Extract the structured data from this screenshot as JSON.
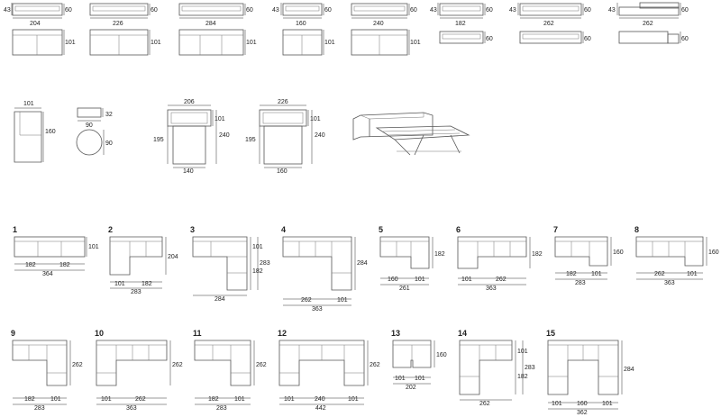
{
  "top_row": [
    {
      "id": "t1",
      "depth": "43",
      "h": "60",
      "w": "204",
      "d": "101"
    },
    {
      "id": "t2",
      "h": "60",
      "w": "226",
      "d": "101"
    },
    {
      "id": "t3",
      "h": "60",
      "w": "284",
      "d": "101"
    },
    {
      "id": "t4",
      "depth": "43",
      "h": "60",
      "w": "160",
      "d": "101"
    },
    {
      "id": "t5",
      "h": "60",
      "w": "240",
      "d": "101"
    },
    {
      "id": "t6",
      "depth": "43",
      "h": "60",
      "w": "182",
      "d2": "60"
    },
    {
      "id": "t7",
      "depth": "43",
      "h": "60",
      "w": "262",
      "d2": "60"
    },
    {
      "id": "t8",
      "depth": "43",
      "w": "262",
      "h2": "60",
      "d2": "60"
    }
  ],
  "middle": {
    "chaise": {
      "w": "101",
      "d": "160"
    },
    "bench": {
      "h": "32",
      "w": "90"
    },
    "pouf": {
      "d": "90"
    },
    "bed140": {
      "w": "206",
      "h": "101",
      "d": "240",
      "len": "195",
      "mattress": "140"
    },
    "bed160": {
      "w": "226",
      "h": "101",
      "d": "240",
      "len": "195",
      "mattress": "160"
    }
  },
  "config_row1": [
    {
      "num": "1",
      "dims": [
        "101",
        "182",
        "182",
        "364"
      ]
    },
    {
      "num": "2",
      "dims": [
        "204",
        "101",
        "182",
        "283"
      ]
    },
    {
      "num": "3",
      "dims": [
        "101",
        "283",
        "182",
        "284"
      ]
    },
    {
      "num": "4",
      "dims": [
        "284",
        "262",
        "101",
        "363"
      ]
    },
    {
      "num": "5",
      "dims": [
        "182",
        "160",
        "101",
        "261"
      ]
    },
    {
      "num": "6",
      "dims": [
        "182",
        "101",
        "262",
        "363"
      ]
    },
    {
      "num": "7",
      "dims": [
        "160",
        "182",
        "101",
        "283"
      ]
    },
    {
      "num": "8",
      "dims": [
        "160",
        "262",
        "101",
        "363"
      ]
    }
  ],
  "config_row2": [
    {
      "num": "9",
      "dims": [
        "262",
        "182",
        "101",
        "283"
      ]
    },
    {
      "num": "10",
      "dims": [
        "262",
        "101",
        "262",
        "363"
      ]
    },
    {
      "num": "11",
      "dims": [
        "262",
        "182",
        "101",
        "283"
      ]
    },
    {
      "num": "12",
      "dims": [
        "262",
        "101",
        "240",
        "101",
        "442"
      ]
    },
    {
      "num": "13",
      "dims": [
        "160",
        "101",
        "101",
        "202"
      ]
    },
    {
      "num": "14",
      "dims": [
        "101",
        "283",
        "182",
        "262"
      ]
    },
    {
      "num": "15",
      "dims": [
        "284",
        "101",
        "160",
        "101",
        "362"
      ]
    }
  ]
}
